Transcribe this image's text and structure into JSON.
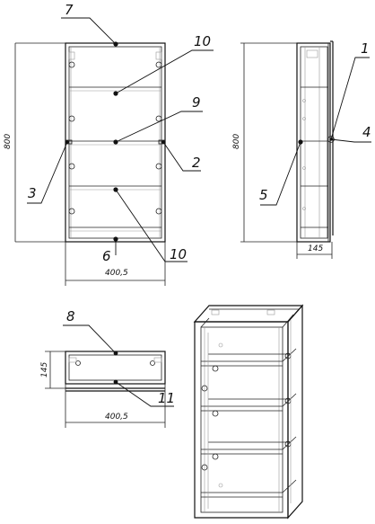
{
  "drawing": {
    "front_view": {
      "height_dim": "800",
      "width_dim": "400,5",
      "callouts": [
        "7",
        "10",
        "9",
        "3",
        "2",
        "6",
        "10"
      ]
    },
    "side_view": {
      "height_dim": "800",
      "depth_dim": "145",
      "callouts": [
        "1",
        "4",
        "5"
      ]
    },
    "top_view": {
      "height_dim": "145",
      "width_dim": "400,5",
      "callouts": [
        "8",
        "11"
      ]
    },
    "isometric_view": {}
  }
}
